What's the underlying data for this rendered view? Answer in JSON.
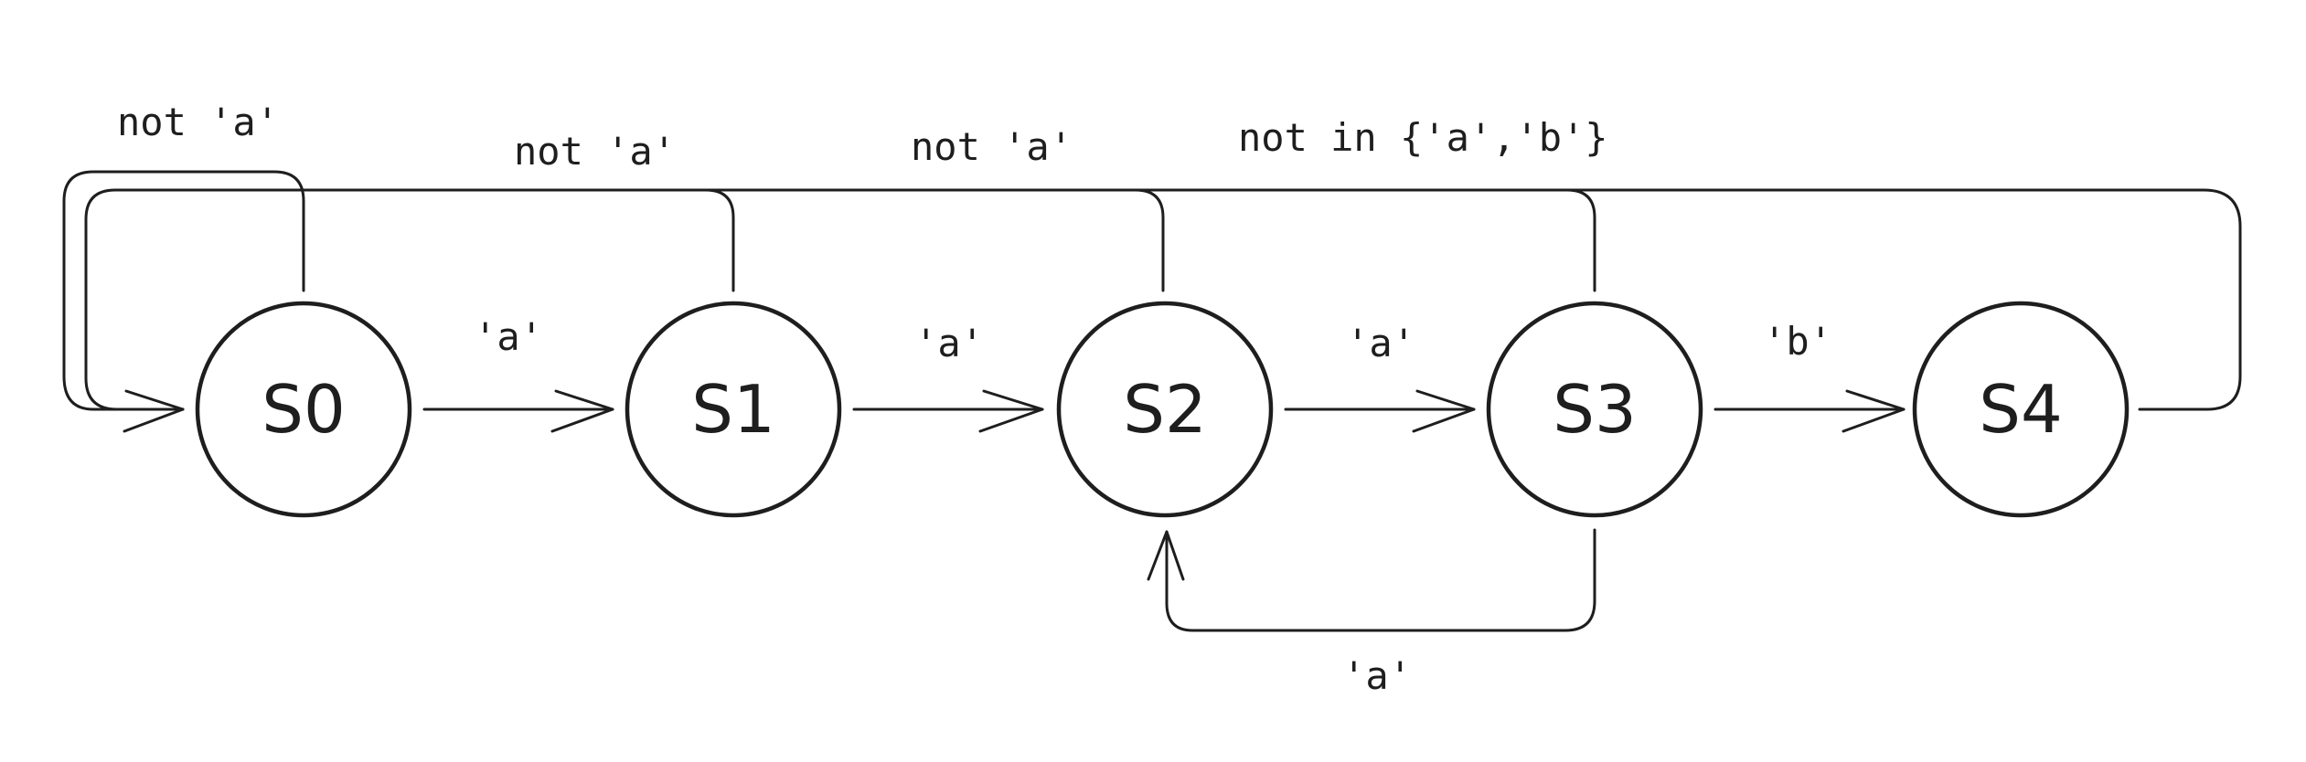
{
  "diagram": {
    "type": "state-machine",
    "colors": {
      "stroke": "#1e1e1e",
      "background": "#ffffff"
    },
    "states": [
      {
        "id": "S0",
        "label": "S0"
      },
      {
        "id": "S1",
        "label": "S1"
      },
      {
        "id": "S2",
        "label": "S2"
      },
      {
        "id": "S3",
        "label": "S3"
      },
      {
        "id": "S4",
        "label": "S4"
      }
    ],
    "transitions": [
      {
        "from": "S0",
        "to": "S1",
        "label": "'a'"
      },
      {
        "from": "S1",
        "to": "S2",
        "label": "'a'"
      },
      {
        "from": "S2",
        "to": "S3",
        "label": "'a'"
      },
      {
        "from": "S3",
        "to": "S4",
        "label": "'b'"
      },
      {
        "from": "S0",
        "to": "S0",
        "label": "not 'a'"
      },
      {
        "from": "S1",
        "to": "S0",
        "label": "not 'a'"
      },
      {
        "from": "S2",
        "to": "S0",
        "label": "not 'a'"
      },
      {
        "from": "S3",
        "to": "S0",
        "label": "not in {'a','b'}"
      },
      {
        "from": "S3",
        "to": "S2",
        "label": "'a'"
      },
      {
        "from": "S4",
        "to": "S0",
        "label": ""
      }
    ]
  }
}
